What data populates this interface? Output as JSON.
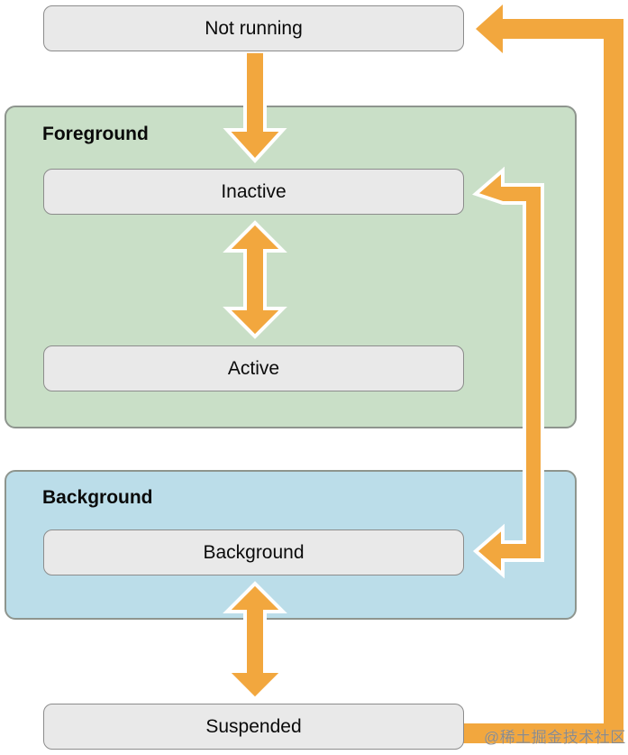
{
  "diagram": {
    "nodes": {
      "not_running": "Not running",
      "inactive": "Inactive",
      "active": "Active",
      "background": "Background",
      "suspended": "Suspended"
    },
    "groups": {
      "foreground_label": "Foreground",
      "background_label": "Background"
    },
    "arrows": [
      {
        "name": "arrow-not-running-to-inactive",
        "from": "Not running",
        "to": "Inactive",
        "direction": "down",
        "style": "orange-white-outline"
      },
      {
        "name": "arrow-inactive-active-bidirectional",
        "from": "Inactive",
        "to": "Active",
        "direction": "both",
        "style": "orange-white-outline"
      },
      {
        "name": "arrow-inactive-background-bidirectional",
        "from": "Inactive",
        "to": "Background",
        "direction": "both",
        "style": "orange-white-outline"
      },
      {
        "name": "arrow-background-suspended-bidirectional",
        "from": "Background",
        "to": "Suspended",
        "direction": "both",
        "style": "orange-white-outline"
      },
      {
        "name": "arrow-suspended-to-not-running",
        "from": "Suspended",
        "to": "Not running",
        "direction": "left",
        "style": "orange-plain"
      }
    ],
    "colors": {
      "arrow_orange": "#F2A73E",
      "foreground_panel_fill": "#C9DFC7",
      "background_panel_fill": "#BBDDE9",
      "node_fill": "#E9E9E9",
      "node_border": "#8C8C8C",
      "text": "#0A0A0A",
      "watermark_text": "#8A8A8A"
    },
    "watermark": "@稀土掘金技术社区"
  }
}
